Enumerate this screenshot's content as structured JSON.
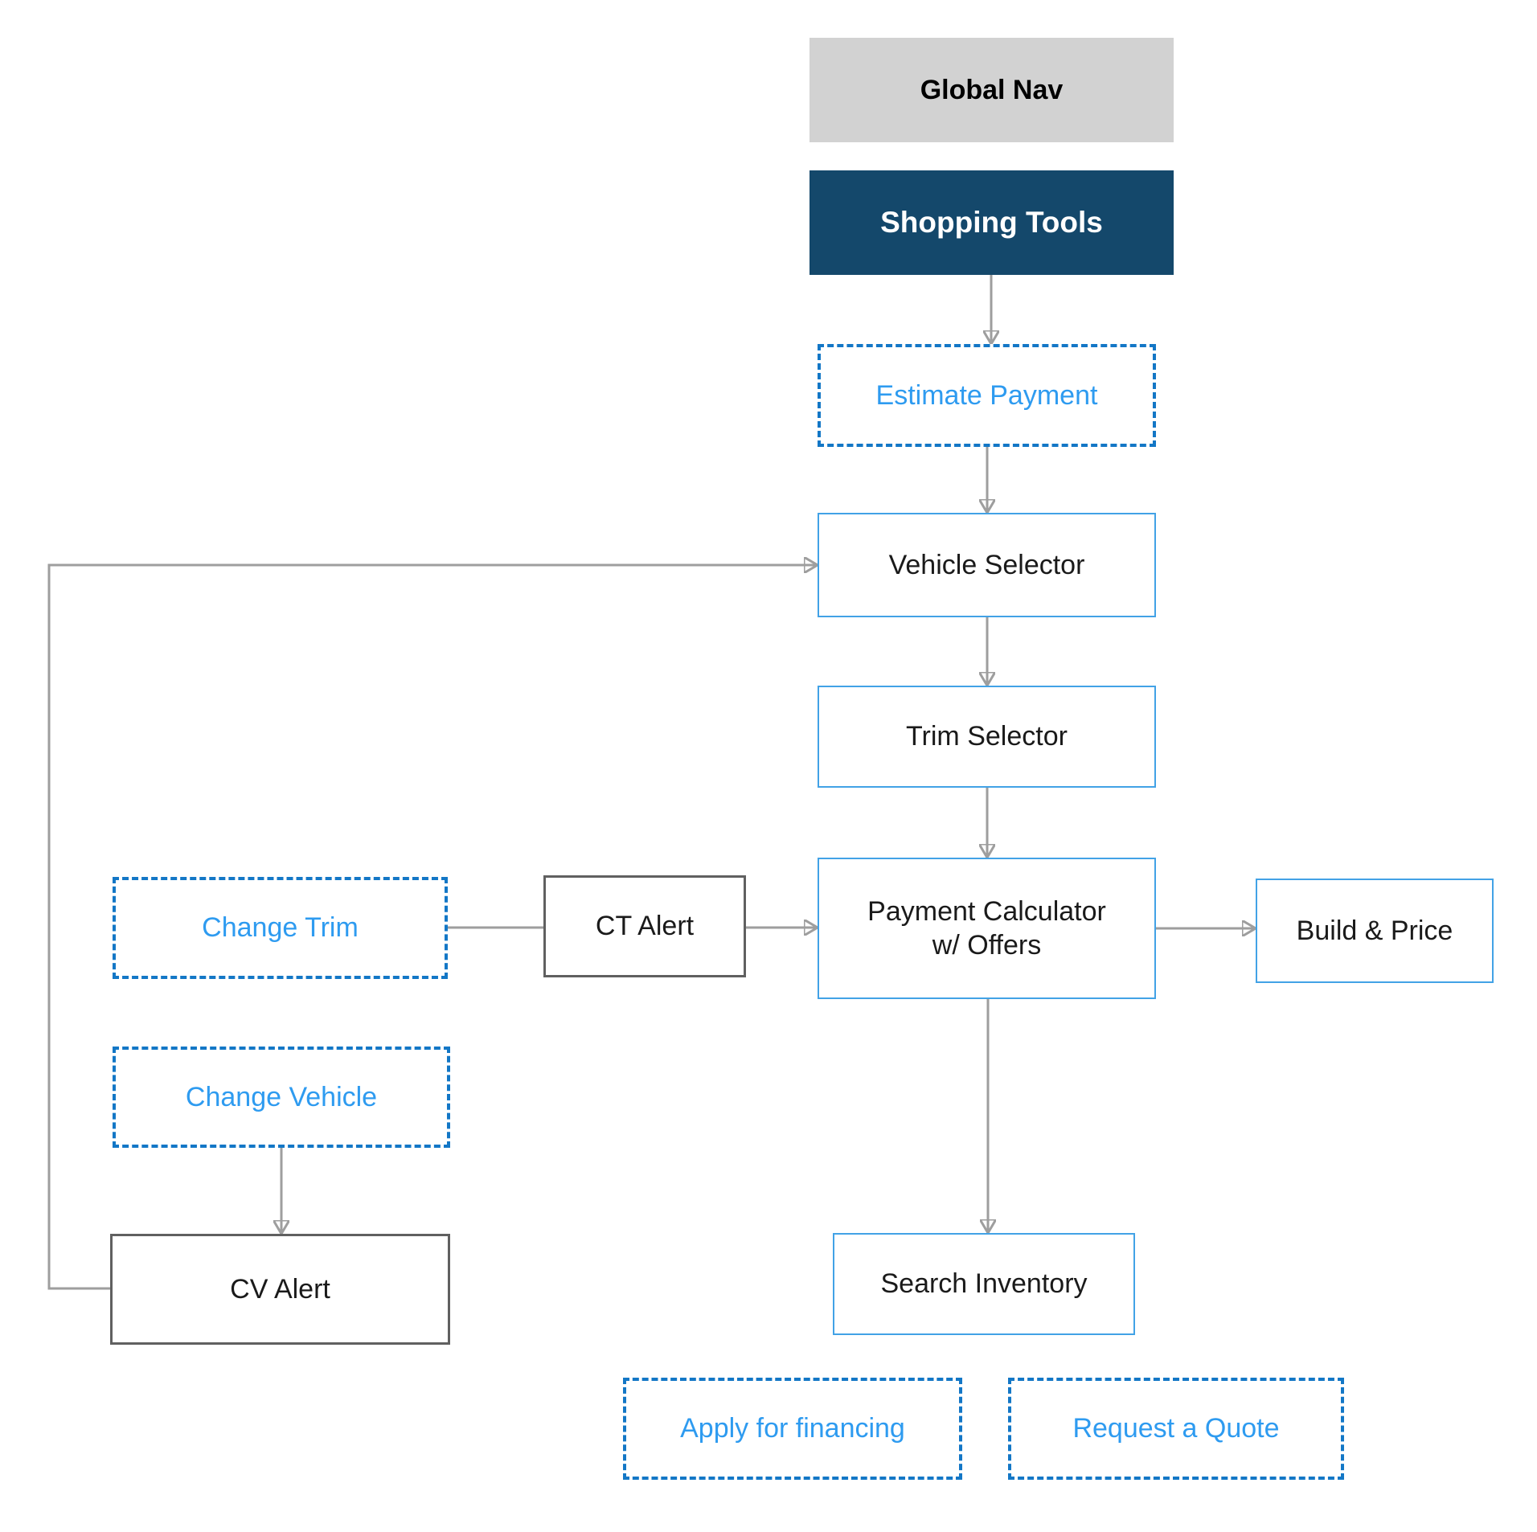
{
  "diagram": {
    "nodes": {
      "global_nav": {
        "label": "Global Nav",
        "type": "header-gray"
      },
      "shopping_tools": {
        "label": "Shopping Tools",
        "type": "header-navy"
      },
      "estimate_payment": {
        "label": "Estimate Payment",
        "type": "dashed-action"
      },
      "vehicle_selector": {
        "label": "Vehicle Selector",
        "type": "screen"
      },
      "trim_selector": {
        "label": "Trim Selector",
        "type": "screen"
      },
      "payment_calculator": {
        "label": "Payment Calculator w/ Offers",
        "type": "screen"
      },
      "build_price": {
        "label": "Build & Price",
        "type": "screen"
      },
      "search_inventory": {
        "label": "Search Inventory",
        "type": "screen"
      },
      "apply_financing": {
        "label": "Apply for financing",
        "type": "dashed-action"
      },
      "request_quote": {
        "label": "Request a Quote",
        "type": "dashed-action"
      },
      "change_trim": {
        "label": "Change Trim",
        "type": "dashed-action"
      },
      "ct_alert": {
        "label": "CT Alert",
        "type": "alert"
      },
      "change_vehicle": {
        "label": "Change Vehicle",
        "type": "dashed-action"
      },
      "cv_alert": {
        "label": "CV Alert",
        "type": "alert"
      }
    },
    "edges": [
      {
        "from": "shopping_tools",
        "to": "estimate_payment",
        "arrow": true
      },
      {
        "from": "estimate_payment",
        "to": "vehicle_selector",
        "arrow": true
      },
      {
        "from": "vehicle_selector",
        "to": "trim_selector",
        "arrow": true
      },
      {
        "from": "trim_selector",
        "to": "payment_calculator",
        "arrow": true
      },
      {
        "from": "payment_calculator",
        "to": "search_inventory",
        "arrow": true
      },
      {
        "from": "payment_calculator",
        "to": "build_price",
        "arrow": true
      },
      {
        "from": "change_trim",
        "to": "ct_alert",
        "arrow": false
      },
      {
        "from": "ct_alert",
        "to": "payment_calculator",
        "arrow": true
      },
      {
        "from": "change_vehicle",
        "to": "cv_alert",
        "arrow": true
      },
      {
        "from": "cv_alert",
        "to": "vehicle_selector",
        "arrow": true,
        "route": "left-feedback-loop"
      }
    ],
    "colors": {
      "header_gray_fill": "#D2D2D2",
      "header_navy_fill": "#14486B",
      "header_navy_text": "#FFFFFF",
      "dashed_border_blue": "#1377C6",
      "dashed_text_blue": "#2E9BF0",
      "screen_border_blue": "#42A2E6",
      "alert_border_gray": "#606060",
      "connector_gray": "#9E9E9E",
      "text_black": "#1A1A1A",
      "background": "#FFFFFF"
    }
  }
}
